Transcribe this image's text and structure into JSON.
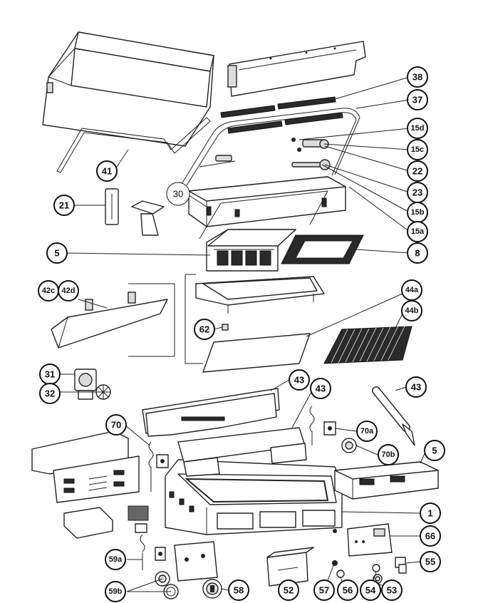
{
  "callouts": [
    {
      "id": "c38",
      "label": "38"
    },
    {
      "id": "c37",
      "label": "37"
    },
    {
      "id": "c15d",
      "label": "15d"
    },
    {
      "id": "c15c",
      "label": "15c"
    },
    {
      "id": "c22",
      "label": "22"
    },
    {
      "id": "c23",
      "label": "23"
    },
    {
      "id": "c15b",
      "label": "15b"
    },
    {
      "id": "c15a",
      "label": "15a"
    },
    {
      "id": "c41",
      "label": "41"
    },
    {
      "id": "c30",
      "label": "30"
    },
    {
      "id": "c21",
      "label": "21"
    },
    {
      "id": "c5a",
      "label": "5"
    },
    {
      "id": "c8",
      "label": "8"
    },
    {
      "id": "c42c",
      "label": "42c"
    },
    {
      "id": "c42d",
      "label": "42d"
    },
    {
      "id": "c44a",
      "label": "44a"
    },
    {
      "id": "c44b",
      "label": "44b"
    },
    {
      "id": "c62",
      "label": "62"
    },
    {
      "id": "c31",
      "label": "31"
    },
    {
      "id": "c32",
      "label": "32"
    },
    {
      "id": "c43a",
      "label": "43"
    },
    {
      "id": "c43b",
      "label": "43"
    },
    {
      "id": "c43c",
      "label": "43"
    },
    {
      "id": "c70",
      "label": "70"
    },
    {
      "id": "c70a",
      "label": "70a"
    },
    {
      "id": "c70b",
      "label": "70b"
    },
    {
      "id": "c5b",
      "label": "5"
    },
    {
      "id": "c1",
      "label": "1"
    },
    {
      "id": "c66",
      "label": "66"
    },
    {
      "id": "c59a",
      "label": "59a"
    },
    {
      "id": "c55",
      "label": "55"
    },
    {
      "id": "c59b",
      "label": "59b"
    },
    {
      "id": "c58",
      "label": "58"
    },
    {
      "id": "c52",
      "label": "52"
    },
    {
      "id": "c57",
      "label": "57"
    },
    {
      "id": "c56",
      "label": "56"
    },
    {
      "id": "c54",
      "label": "54"
    },
    {
      "id": "c53",
      "label": "53"
    }
  ]
}
